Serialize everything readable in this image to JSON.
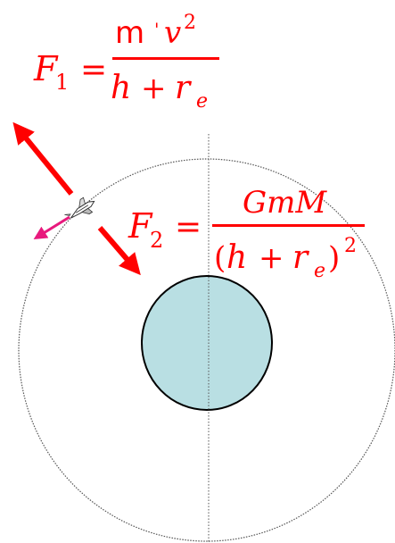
{
  "colors": {
    "force_arrow": "#ff0000",
    "velocity_arrow": "#e8197d",
    "equation_text": "#ff0000",
    "earth_fill": "#b9dfe3",
    "earth_stroke": "#000000",
    "orbit_stroke": "#555555",
    "axis_stroke": "#555555"
  },
  "equation_f1": {
    "lhs_symbol": "F",
    "lhs_subscript": "1",
    "equals": "=",
    "numerator_m": "m",
    "numerator_prime": "'",
    "numerator_v": "v",
    "numerator_exponent": "2",
    "denominator_h": "h",
    "denominator_plus": "+",
    "denominator_r": "r",
    "denominator_subscript": "e"
  },
  "equation_f2": {
    "lhs_symbol": "F",
    "lhs_subscript": "2",
    "equals": "=",
    "numerator": "GmM",
    "denominator_open": "(",
    "denominator_h": "h",
    "denominator_plus": "+",
    "denominator_r": "r",
    "denominator_subscript": "e",
    "denominator_close": ")",
    "denominator_exponent": "2"
  },
  "icons": {
    "satellite": "spacecraft-icon"
  }
}
